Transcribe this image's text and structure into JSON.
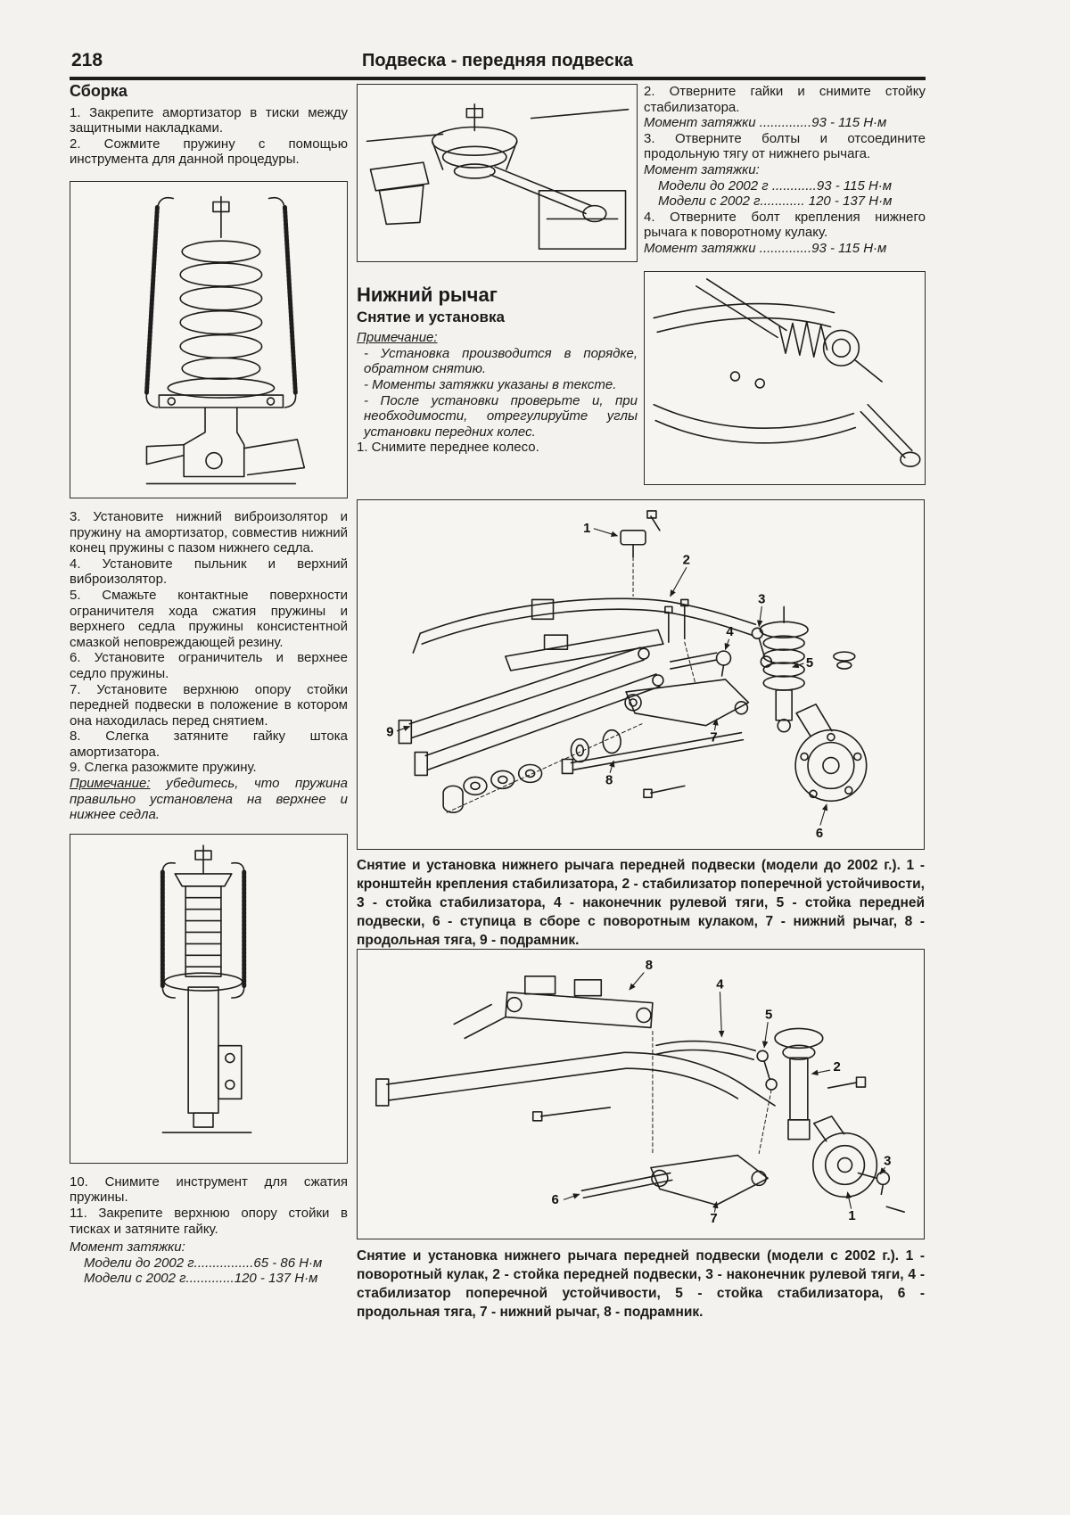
{
  "page": {
    "number": "218",
    "title": "Подвеска - передняя подвеска"
  },
  "assembly": {
    "heading": "Сборка",
    "step1": "1. Закрепите амортизатор в тиски между защитными накладками.",
    "step2": "2. Сожмите пружину с помощью инструмента для данной процедуры.",
    "step3": "3. Установите нижний виброизолятор и пружину на амортизатор, совместив нижний конец пружины с пазом нижнего седла.",
    "step4": "4. Установите пыльник и верхний виброизолятор.",
    "step5": "5. Смажьте контактные поверхности ограничителя хода сжатия пружины и верхнего седла пружины консистентной смазкой неповреждающей резину.",
    "step6": "6. Установите ограничитель и верхнее седло пружины.",
    "step7": "7. Установите верхнюю опору стойки передней подвески в положение в котором она находилась перед снятием.",
    "step8": "8. Слегка затяните гайку штока амортизатора.",
    "step9": "9. Слегка разожмите пружину.",
    "note_label": "Примечание:",
    "note_text": " убедитесь, что пружина правильно установлена на верхнее и нижнее седла.",
    "step10": "10. Снимите инструмент для сжатия пружины.",
    "step11": "11. Закрепите верхнюю опору стойки в тисках и затяните гайку.",
    "torque_label": "Момент затяжки:",
    "torque_line1": "Модели до 2002 г................65 - 86 Н·м",
    "torque_line2": "Модели с 2002 г.............120 - 137 Н·м"
  },
  "lower_arm": {
    "heading": "Нижний рычаг",
    "subheading": "Снятие и установка",
    "note_label": "Примечание:",
    "note1": "- Установка производится в порядке, обратном снятию.",
    "note2": "- Моменты затяжки указаны в тексте.",
    "note3": "- После установки проверьте и, при необходимости, отрегулируйте углы установки передних колес.",
    "step1": "1. Снимите переднее колесо.",
    "step2": "2. Отверните гайки и снимите стойку стабилизатора.",
    "torque2": "Момент затяжки ..............93 - 115 Н·м",
    "step3": "3. Отверните болты и отсоедините продольную тягу от нижнего рычага.",
    "torque3_label": "Момент затяжки:",
    "torque3_line1": "Модели до 2002 г ............93 - 115 Н·м",
    "torque3_line2": "Модели с 2002 г............ 120 - 137 Н·м",
    "step4": "4. Отверните болт крепления нижнего рычага к поворотному кулаку.",
    "torque4": "Момент затяжки ..............93 - 115 Н·м"
  },
  "captions": {
    "fig_pre2002": "Снятие и установка нижнего рычага передней подвески (модели до 2002 г.). 1 - кронштейн крепления стабилизатора, 2 - стабилизатор поперечной устойчивости, 3 - стойка стабилизатора, 4 - наконечник рулевой тяги, 5 - стойка передней подвески, 6 - ступица в сборе с поворотным кулаком, 7 - нижний рычаг, 8 - продольная тяга, 9 - подрамник.",
    "fig_post2002": "Снятие и установка нижнего рычага передней подвески (модели с 2002 г.). 1 - поворотный кулак, 2 - стойка передней подвески, 3 - наконечник рулевой тяги, 4 - стабилизатор поперечной устойчивости, 5 - стойка стабилизатора, 6 - продольная тяга, 7 - нижний рычаг, 8 - подрамник."
  },
  "figures": {
    "fig5_labels": [
      "1",
      "2",
      "3",
      "4",
      "5",
      "6",
      "7",
      "8",
      "9"
    ],
    "fig6_labels": [
      "1",
      "2",
      "3",
      "4",
      "5",
      "6",
      "7",
      "8"
    ]
  }
}
